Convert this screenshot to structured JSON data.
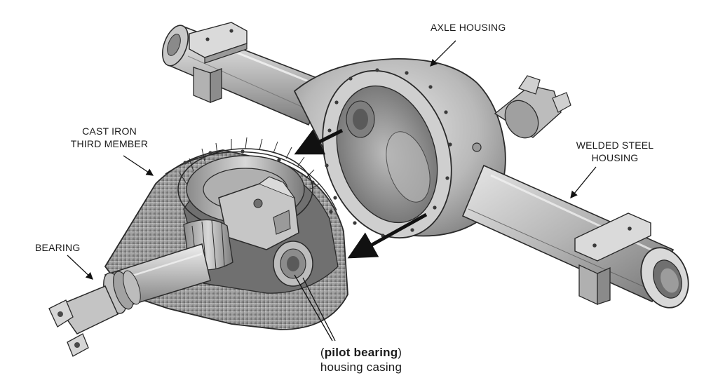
{
  "labels": {
    "axle_housing": "AXLE HOUSING",
    "cast_iron_line1": "CAST IRON",
    "cast_iron_line2": "THIRD MEMBER",
    "welded_line1": "WELDED STEEL",
    "welded_line2": "HOUSING",
    "bearing": "BEARING",
    "pilot_open": "(",
    "pilot_bold": "pilot bearing",
    "pilot_close": ")",
    "pilot_line2": "housing casing"
  },
  "colors": {
    "outline": "#2a2a2a",
    "metal_light": "#d4d4d4",
    "metal_mid": "#a9a9a9",
    "metal_dark": "#6e6e6e",
    "cavity": "#8a8a8a"
  }
}
